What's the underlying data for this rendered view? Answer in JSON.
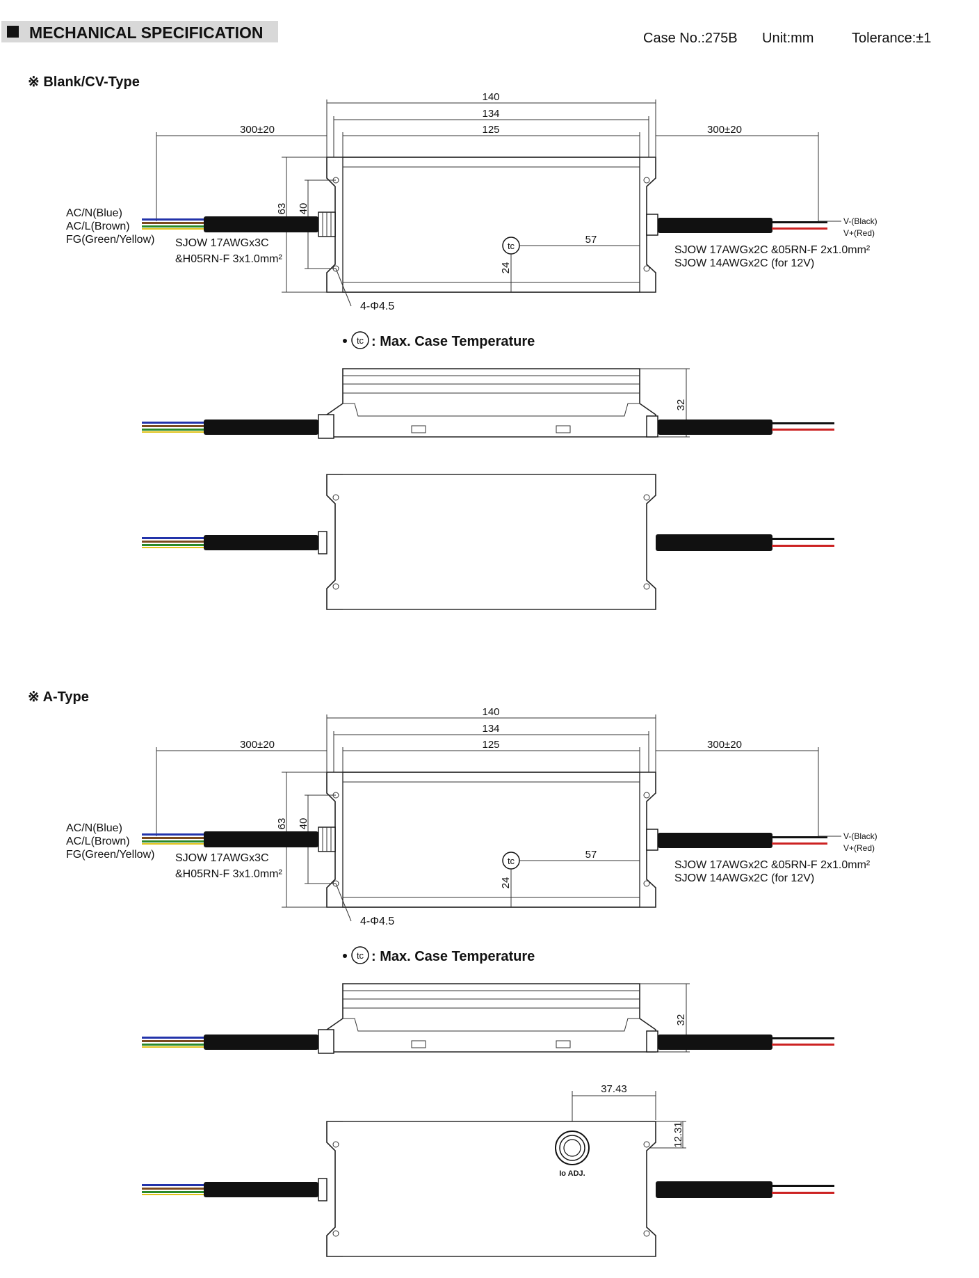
{
  "header": {
    "title": "MECHANICAL SPECIFICATION",
    "case_no": "Case No.:275B",
    "unit": "Unit:mm",
    "tolerance": "Tolerance:±1"
  },
  "sections": [
    {
      "heading": "※ Blank/CV-Type",
      "dims": {
        "d140": "140",
        "d134": "134",
        "d125": "125",
        "left_len": "300±20",
        "right_len": "300±20",
        "d63": "63",
        "d40": "40",
        "d57": "57",
        "d24": "24",
        "d32": "32",
        "holes": "4-Φ4.5"
      },
      "labels": {
        "ac_n": "AC/N(Blue)",
        "ac_l": "AC/L(Brown)",
        "fg": "FG(Green/Yellow)",
        "in_cable_1": "SJOW 17AWGx3C",
        "in_cable_2": "&H05RN-F 3x1.0mm²",
        "out_cable_1": "SJOW 17AWGx2C &05RN-F 2x1.0mm²",
        "out_cable_2": "SJOW 14AWGx2C (for 12V)",
        "v_minus": "V-(Black)",
        "v_plus": "V+(Red)",
        "tc": "tc",
        "tc_note": ": Max. Case Temperature"
      }
    },
    {
      "heading": "※ A-Type",
      "dims": {
        "d140": "140",
        "d134": "134",
        "d125": "125",
        "left_len": "300±20",
        "right_len": "300±20",
        "d63": "63",
        "d40": "40",
        "d57": "57",
        "d24": "24",
        "d32": "32",
        "holes": "4-Φ4.5",
        "d37": "37.43",
        "d12": "12.31"
      },
      "labels": {
        "ac_n": "AC/N(Blue)",
        "ac_l": "AC/L(Brown)",
        "fg": "FG(Green/Yellow)",
        "in_cable_1": "SJOW 17AWGx3C",
        "in_cable_2": "&H05RN-F 3x1.0mm²",
        "out_cable_1": "SJOW 17AWGx2C &05RN-F 2x1.0mm²",
        "out_cable_2": "SJOW 14AWGx2C (for 12V)",
        "v_minus": "V-(Black)",
        "v_plus": "V+(Red)",
        "tc": "tc",
        "tc_note": ": Max. Case Temperature",
        "io_adj": "Io ADJ."
      }
    }
  ],
  "colors": {
    "wire_blue": "#2233aa",
    "wire_brown": "#7a4a1e",
    "wire_green": "#2a8a2a",
    "wire_yellow": "#e0c21a",
    "wire_red": "#cc2222",
    "wire_black": "#111111",
    "title_bg": "#d8d8d8"
  }
}
